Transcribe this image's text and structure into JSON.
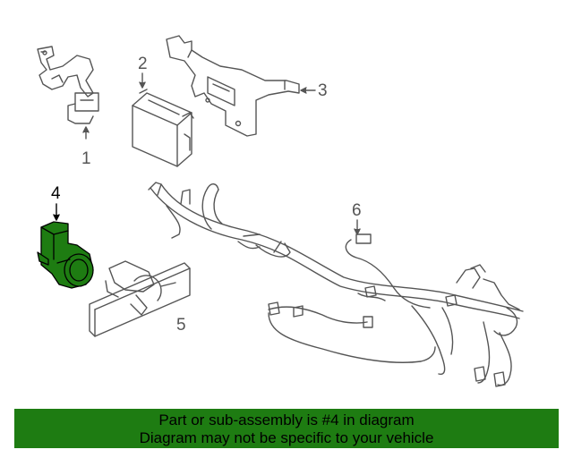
{
  "diagram": {
    "callouts": {
      "c1": "1",
      "c2": "2",
      "c3": "3",
      "c4": "4",
      "c5": "5",
      "c6": "6"
    },
    "highlight_color": "#1e7c12",
    "line_color": "#555555"
  },
  "banner": {
    "line1": "Part or sub-assembly is #4 in diagram",
    "line2": "Diagram may not be specific to your vehicle",
    "background": "#1e7c12"
  }
}
